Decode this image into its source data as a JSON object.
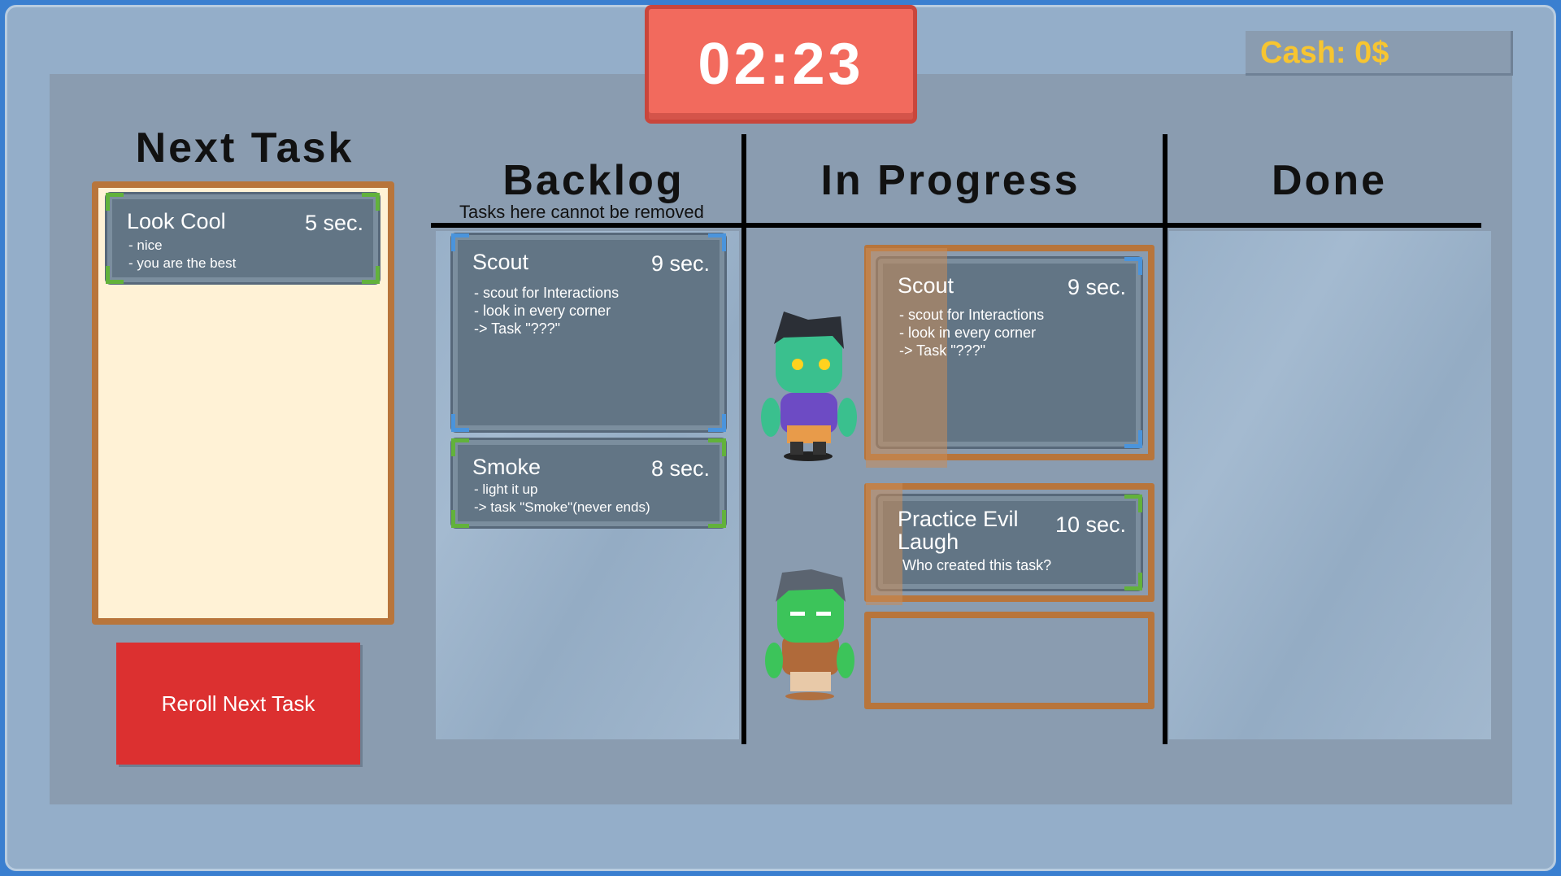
{
  "timer": "02:23",
  "cash": "Cash: 0$",
  "next_task": {
    "title": "Next Task",
    "card": {
      "name": "Look Cool",
      "duration": "5 sec.",
      "lines": [
        "- nice",
        "- you are the best"
      ]
    },
    "reroll_label": "Reroll Next Task"
  },
  "columns": {
    "backlog": "Backlog",
    "backlog_note": "Tasks here cannot be removed",
    "in_progress": "In Progress",
    "done": "Done"
  },
  "backlog": [
    {
      "name": "Scout",
      "duration": "9 sec.",
      "lines": [
        "- scout for Interactions",
        "- look in every corner",
        "-> Task \"???\""
      ]
    },
    {
      "name": "Smoke",
      "duration": "8 sec.",
      "lines": [
        "- light it up",
        "-> task \"Smoke\"(never ends)"
      ]
    }
  ],
  "in_progress": [
    {
      "name": "Scout",
      "duration": "9 sec.",
      "lines": [
        "- scout for Interactions",
        "- look in every corner",
        "-> Task \"???\""
      ]
    },
    {
      "name": "Practice Evil Laugh",
      "duration": "10 sec.",
      "lines": [
        "Who created this task?"
      ]
    }
  ],
  "colors": {
    "timer": "#f26a5d",
    "cash": "#f7c531",
    "reroll": "#dc3030",
    "wood": "#b8753b"
  }
}
